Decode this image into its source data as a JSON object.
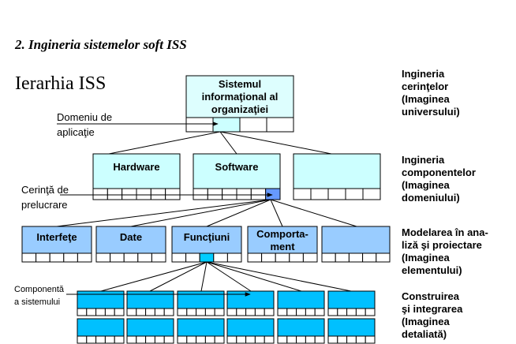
{
  "heading": "2. Ingineria sistemelor soft ISS",
  "subtitle": "Ierarhia ISS",
  "colors": {
    "level1": "#ddfefe",
    "level2": "#ccffff",
    "level3": "#99ccff",
    "level4": "#00c0ff",
    "highlight2": "#6699ff",
    "highlight3": "#00ccff"
  },
  "nodes": {
    "top": {
      "line1": "Sistemul",
      "line2": "informaţional al",
      "line3": "organizaţiei"
    },
    "hardware": "Hardware",
    "software": "Software",
    "interfete": "Interfeţe",
    "date": "Date",
    "functiuni": "Funcţiuni",
    "comportament": {
      "line1": "Comporta-",
      "line2": "ment"
    }
  },
  "annotations": {
    "domeniu": {
      "line1": "Domeniu de",
      "line2": "aplicaţie"
    },
    "cerinta": {
      "line1": "Cerinţă de",
      "line2": "prelucrare"
    },
    "componenta": {
      "line1": "Componentă",
      "line2": "a sistemului"
    }
  },
  "levels": [
    {
      "lines": [
        "Ingineria",
        "cerinţelor",
        "(Imaginea",
        "universului)"
      ]
    },
    {
      "lines": [
        "Ingineria",
        "componentelor",
        "(Imaginea",
        "domeniului)"
      ]
    },
    {
      "lines": [
        "Modelarea în ana-",
        "liză şi proiectare",
        "(Imaginea",
        "elementului)"
      ]
    },
    {
      "lines": [
        "Construirea",
        "şi integrarea",
        "(Imaginea",
        "detaliată)"
      ]
    }
  ]
}
